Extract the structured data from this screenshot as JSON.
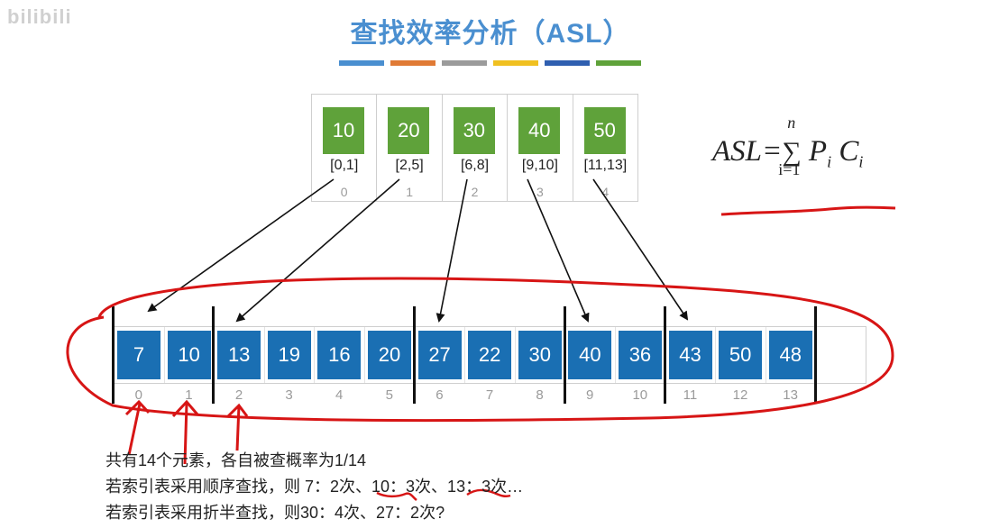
{
  "watermark": "bilibili",
  "title": "查找效率分析（ASL）",
  "color_bar": [
    "#4a8fd0",
    "#e07a35",
    "#9b9b9b",
    "#f0c020",
    "#2f5fb0",
    "#5fa23a"
  ],
  "index_table": [
    {
      "key": "10",
      "range": "[0,1]",
      "index": "0"
    },
    {
      "key": "20",
      "range": "[2,5]",
      "index": "1"
    },
    {
      "key": "30",
      "range": "[6,8]",
      "index": "2"
    },
    {
      "key": "40",
      "range": "[9,10]",
      "index": "3"
    },
    {
      "key": "50",
      "range": "[11,13]",
      "index": "4"
    }
  ],
  "formula": {
    "lhs": "ASL=",
    "sum_sign": "∑",
    "upper": "n",
    "lower": "i=1",
    "p": "P",
    "p_sub": "i",
    "c": "C",
    "c_sub": "i"
  },
  "main_values": [
    "7",
    "10",
    "13",
    "19",
    "16",
    "20",
    "27",
    "22",
    "30",
    "40",
    "36",
    "43",
    "50",
    "48"
  ],
  "main_indices": [
    "0",
    "1",
    "2",
    "3",
    "4",
    "5",
    "6",
    "7",
    "8",
    "9",
    "10",
    "11",
    "12",
    "13"
  ],
  "text": {
    "line1": "共有14个元素，各自被查概率为1/14",
    "line2": "若索引表采用顺序查找，则 7：2次、10：3次、13：3次…",
    "line3": "若索引表采用折半查找，则30：4次、27：2次?"
  }
}
